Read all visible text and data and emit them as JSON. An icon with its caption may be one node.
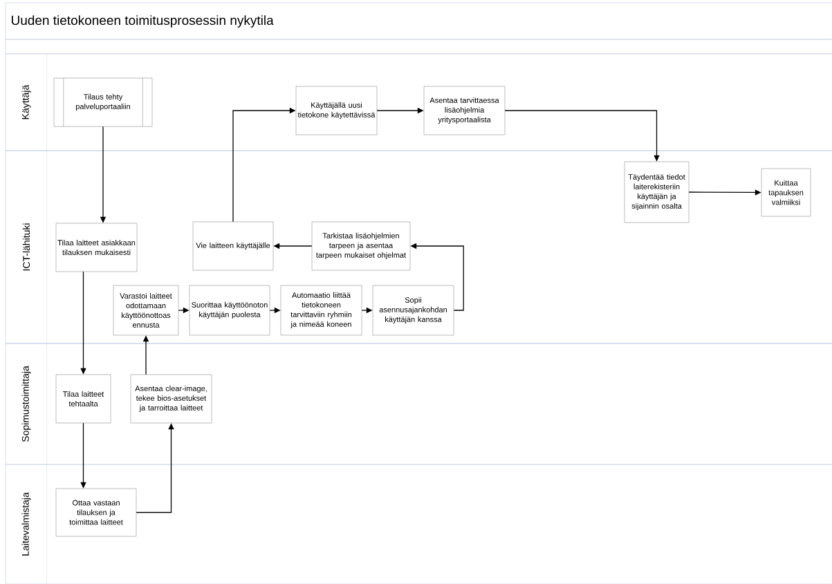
{
  "diagram": {
    "title": "Uuden tietokoneen toimitusprosessin nykytila",
    "nodes": [
      {
        "text": [
          "Käyttäjä"
        ]
      },
      {
        "text": [
          "ICT-lähituki"
        ]
      },
      {
        "text": [
          "Sopimustoimittaja"
        ]
      },
      {
        "text": [
          "Laitevalmistaja"
        ]
      },
      {
        "text": [
          "Tilaus tehty palveluportaaliin"
        ],
        "in": 0
      },
      {
        "text": [
          "Käyttäjällä uusi tietokone käytettävissä"
        ],
        "in": 0
      },
      {
        "text": [
          "Asentaa tarvittaessa lisäohjelmia yritysportaalista"
        ],
        "in": 0
      },
      {
        "text": [
          "Täydentää tiedot laiterekisteriin käyttäjän ja sijainnin osalta"
        ],
        "in": 1
      },
      {
        "text": [
          "Kuittaa tapauksen valmiiksi"
        ],
        "in": 1
      },
      {
        "text": [
          "Tilaa laitteet asiakkaan tilauksen mukaisesti"
        ],
        "in": 1
      },
      {
        "text": [
          "Vie laitteen käyttäjälle"
        ],
        "in": 1
      },
      {
        "text": [
          "Tarkistaa lisäohjelmien tarpeen ja asentaa tarpeen mukaiset ohjelmat"
        ],
        "in": 1
      },
      {
        "text": [
          "Varastoi laitteet odottamaan käyttöönottoas ennusta"
        ],
        "in": 1
      },
      {
        "text": [
          "Suorittaa käyttöönoton käyttäjän puolesta"
        ],
        "in": 1
      },
      {
        "text": [
          "Automaatio liittää tietokoneen tarvittaviin ryhmiin ja nimeää koneen"
        ],
        "in": 1
      },
      {
        "text": [
          "Sopii asennusajankohdan käyttäjän kanssa"
        ],
        "in": 1
      },
      {
        "text": [
          "Tilaa laitteet tehtaalta"
        ],
        "in": 2
      },
      {
        "text": [
          "Asentaa clear-image, tekee bios-asetukset ja tarroittaa laitteet"
        ],
        "in": 2
      },
      {
        "text": [
          "Ottaa vastaan tilauksen ja toimittaa laitteet"
        ],
        "in": 3
      }
    ],
    "edges": [
      {
        "from": 4,
        "to": 9,
        "arrow": "to"
      },
      {
        "from": 9,
        "to": 16,
        "arrow": "to"
      },
      {
        "from": 16,
        "to": 18,
        "arrow": "to"
      },
      {
        "from": 18,
        "to": 17,
        "arrow": "to"
      },
      {
        "from": 17,
        "to": 12,
        "arrow": "to"
      },
      {
        "from": 12,
        "to": 13,
        "arrow": "to"
      },
      {
        "from": 13,
        "to": 14,
        "arrow": "to"
      },
      {
        "from": 14,
        "to": 15,
        "arrow": "to"
      },
      {
        "from": 15,
        "to": 11,
        "arrow": "to"
      },
      {
        "from": 11,
        "to": 10,
        "arrow": "to"
      },
      {
        "from": 10,
        "to": 5,
        "arrow": "to"
      },
      {
        "from": 5,
        "to": 6,
        "arrow": "to"
      },
      {
        "from": 6,
        "to": 7,
        "arrow": "to"
      },
      {
        "from": 7,
        "to": 8,
        "arrow": "to"
      }
    ]
  }
}
